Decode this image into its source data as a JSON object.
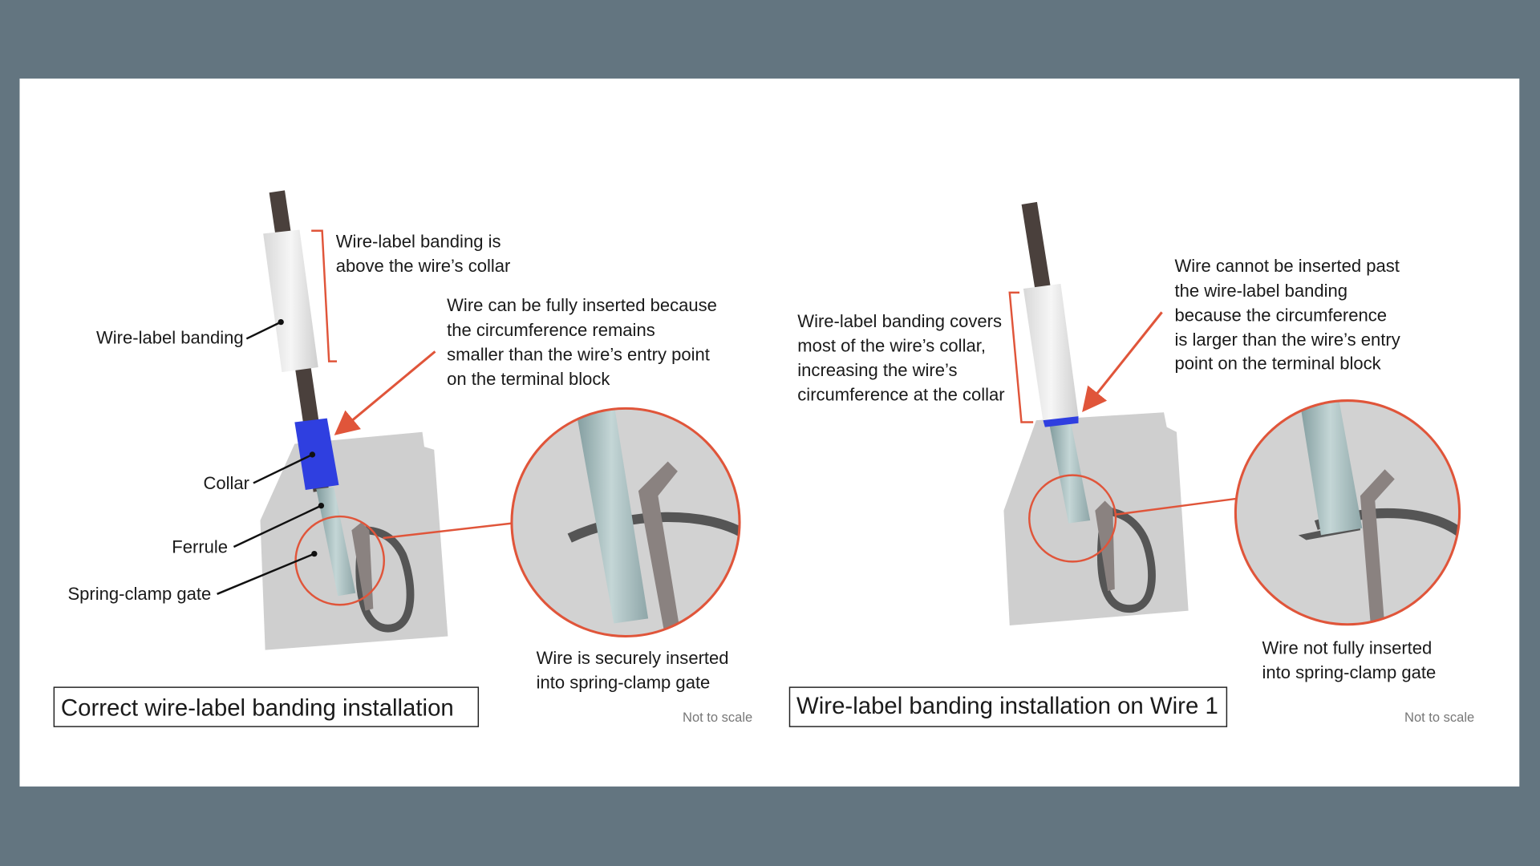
{
  "left_panel": {
    "title": "Correct wire-label banding installation",
    "bracket_note": [
      "Wire-label banding is",
      "above the wire’s collar"
    ],
    "arrow_note": [
      "Wire can be fully inserted because",
      "the circumference remains",
      "smaller than the wire’s entry point",
      "on the terminal block"
    ],
    "callouts": {
      "banding": "Wire-label banding",
      "collar": "Collar",
      "ferrule": "Ferrule",
      "gate": "Spring-clamp gate"
    },
    "zoom_caption": [
      "Wire is securely inserted",
      "into spring-clamp gate"
    ],
    "scale_note": "Not to scale"
  },
  "right_panel": {
    "title": "Wire-label banding installation on Wire 1",
    "bracket_note": [
      "Wire-label banding covers",
      "most of the wire’s collar,",
      "increasing the wire’s",
      "circumference at the collar"
    ],
    "arrow_note": [
      "Wire cannot be inserted past",
      "the wire-label banding",
      "because the circumference",
      "is larger than the wire’s entry",
      "point on the terminal block"
    ],
    "zoom_caption": [
      "Wire not fully inserted",
      "into spring-clamp gate"
    ],
    "scale_note": "Not to scale"
  },
  "colors": {
    "background": "#637580",
    "accent": "#e0553a",
    "collar": "#2f3fe0",
    "banding": "#eeeeee",
    "wire": "#4a403c",
    "block": "#cfcfcf",
    "ferrule": "#9fb8ba"
  }
}
